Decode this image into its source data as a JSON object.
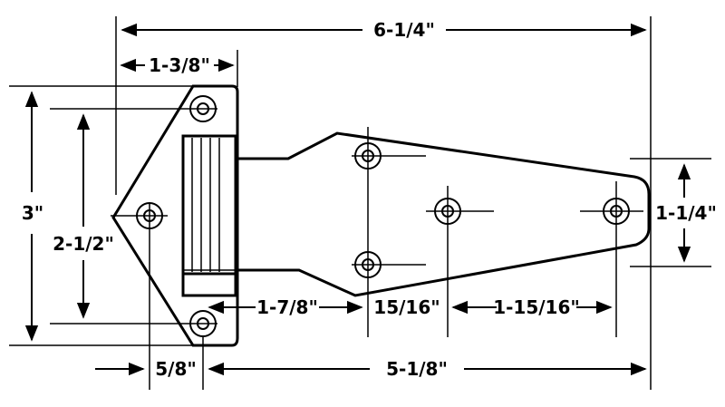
{
  "dimensions": {
    "overall_length": "6-1/4\"",
    "leaf_width": "1-3/8\"",
    "overall_height": "3\"",
    "hole_spacing_vertical": "2-1/2\"",
    "strap_hole_spacing": "1-1/4\"",
    "pin_to_first_hole": "1-7/8\"",
    "hole_offset_a": "15/16\"",
    "hole_offset_b": "1-15/16\"",
    "apex_to_pin": "5/8\"",
    "pin_to_end": "5-1/8\""
  }
}
